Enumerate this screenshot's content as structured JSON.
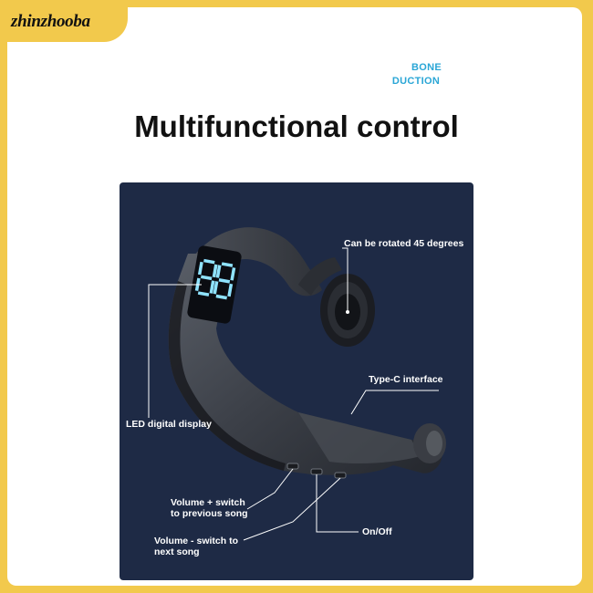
{
  "brand": {
    "name": "zhinzhooba"
  },
  "header": {
    "tag_line1": "BONE",
    "tag_line2": "DUCTION",
    "title": "Multifunctional control"
  },
  "display": {
    "digits": "88"
  },
  "callouts": {
    "rotate": "Can be rotated 45 degrees",
    "type_c": "Type-C interface",
    "led": "LED digital display",
    "volume_up_line1": "Volume + switch",
    "volume_up_line2": "to previous song",
    "volume_down_line1": "Volume - switch to",
    "volume_down_line2": "next song",
    "power": "On/Off"
  },
  "colors": {
    "background": "#f2c94c",
    "panel": "#1e2a45",
    "accent": "#2aa6d6",
    "led": "#8fe3ff"
  }
}
